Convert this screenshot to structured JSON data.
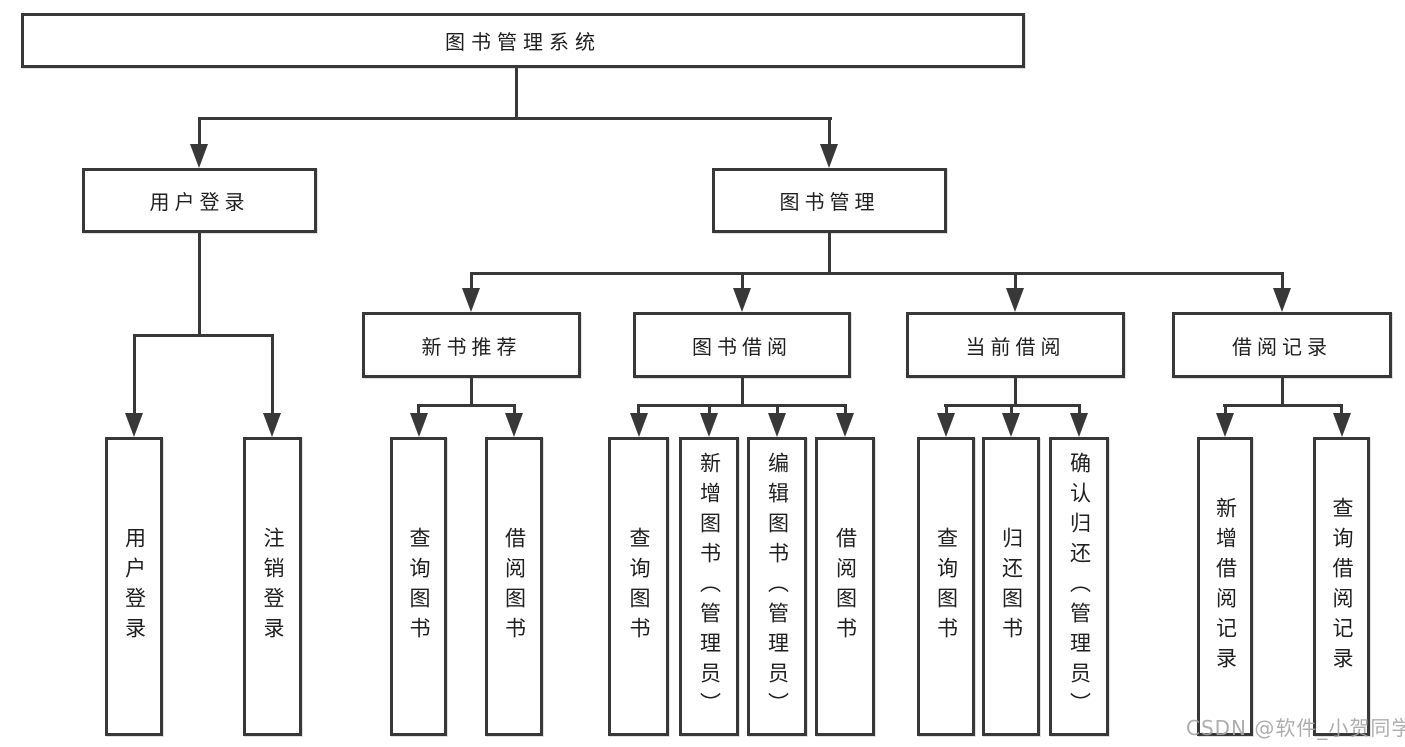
{
  "diagram": {
    "root": {
      "label": "图书管理系统"
    },
    "level2": {
      "user_login": {
        "label": "用户登录"
      },
      "book_mgmt": {
        "label": "图书管理"
      }
    },
    "level3": {
      "new_book": {
        "label": "新书推荐"
      },
      "borrow": {
        "label": "图书借阅"
      },
      "current": {
        "label": "当前借阅"
      },
      "records": {
        "label": "借阅记录"
      }
    },
    "leaves": {
      "login": {
        "label": "用户登录"
      },
      "logout": {
        "label": "注销登录"
      },
      "nb_query": {
        "label": "查询图书"
      },
      "nb_borrow": {
        "label": "借阅图书"
      },
      "bw_query": {
        "label": "查询图书"
      },
      "bw_add": {
        "label": "新增图书（管理员）"
      },
      "bw_edit": {
        "label": "编辑图书（管理员）"
      },
      "bw_borrow": {
        "label": "借阅图书"
      },
      "cur_query": {
        "label": "查询图书"
      },
      "cur_return": {
        "label": "归还图书"
      },
      "cur_confirm": {
        "label": "确认归还（管理员）"
      },
      "rec_add": {
        "label": "新增借阅记录"
      },
      "rec_query": {
        "label": "查询借阅记录"
      }
    }
  },
  "watermark": {
    "text": "CSDN @软件_小贺同学"
  },
  "colors": {
    "line": "#383838",
    "text": "#1f1f1f",
    "watermark": "#a5a5a5",
    "background": "#ffffff"
  }
}
